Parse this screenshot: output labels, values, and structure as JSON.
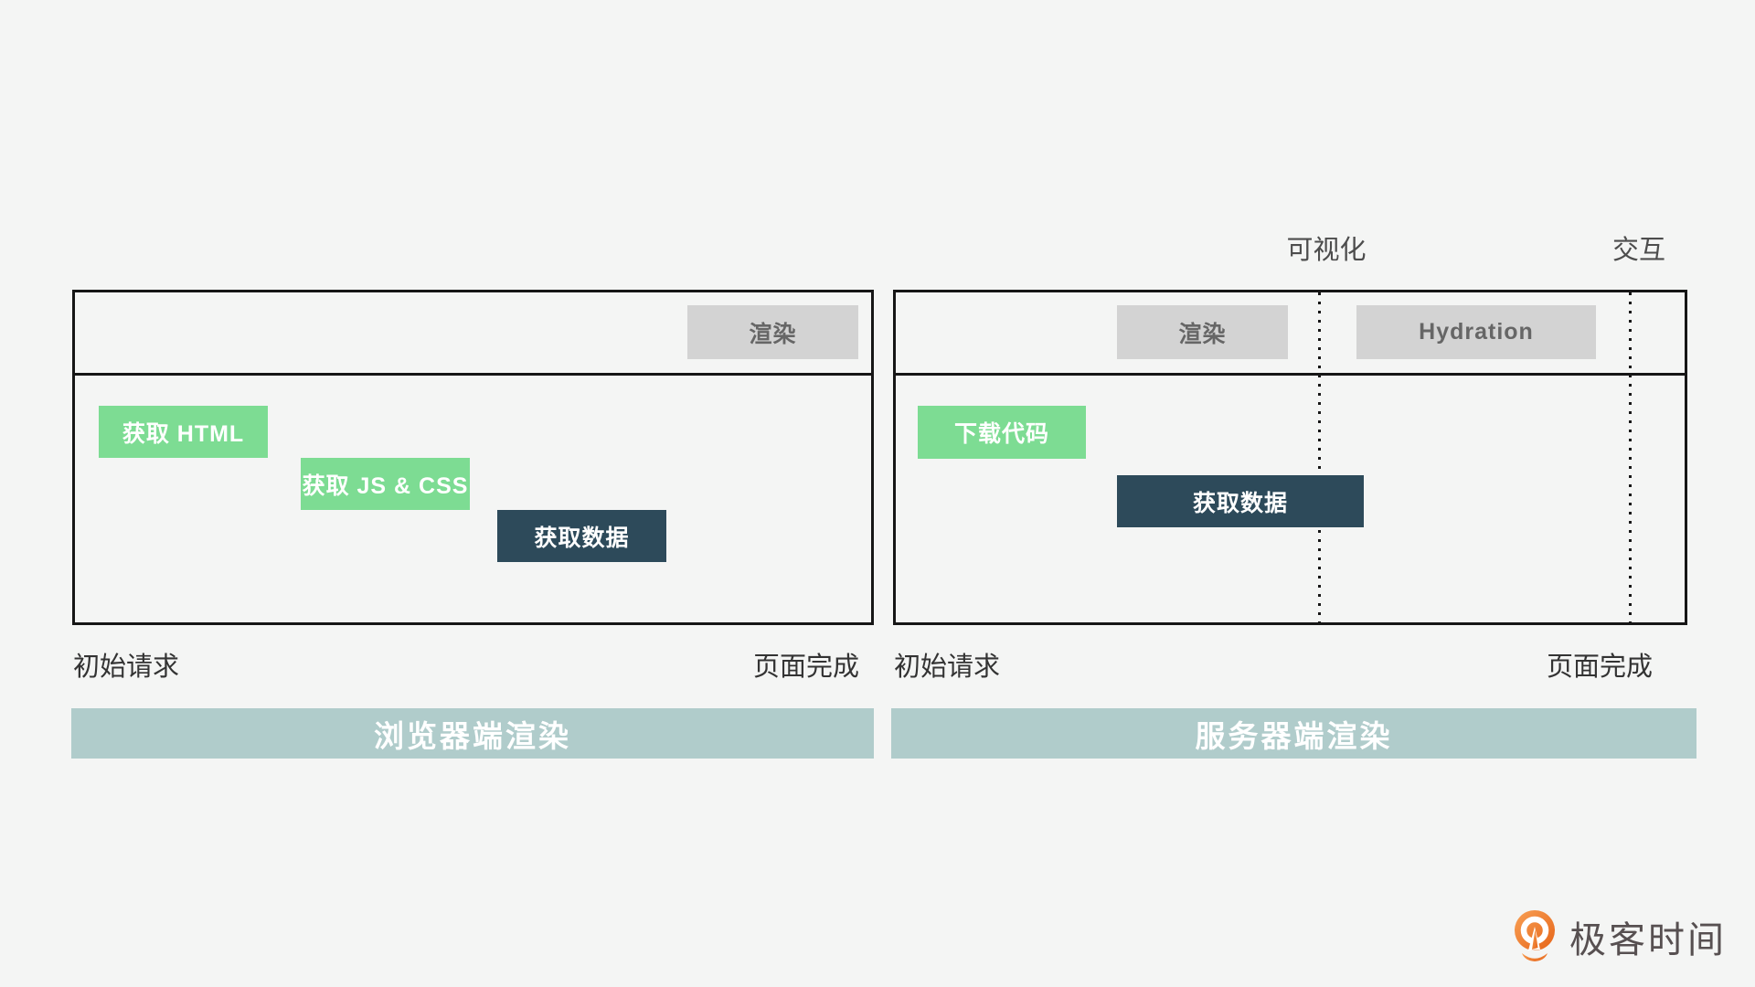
{
  "colors": {
    "bg": "#f4f5f4",
    "border": "#161616",
    "green": "#7ddc93",
    "dark": "#2d4a5a",
    "gray_bar": "#d3d3d3",
    "gray_text": "#666666",
    "band": "#b0cccb",
    "milestone_text": "#4d4d4d",
    "endpoint_text": "#333333",
    "logo_text": "#575051",
    "logo_orange_light": "#f8a055",
    "logo_orange_dark": "#e66418"
  },
  "csr": {
    "render_label": "渲染",
    "steps": [
      {
        "label": "获取 HTML"
      },
      {
        "label": "获取 JS & CSS"
      },
      {
        "label": "获取数据"
      }
    ],
    "start_label": "初始请求",
    "end_label": "页面完成",
    "caption": "浏览器端渲染"
  },
  "ssr": {
    "milestones": [
      {
        "label": "可视化"
      },
      {
        "label": "交互"
      }
    ],
    "render_label": "渲染",
    "hydration_label": "Hydration",
    "steps": [
      {
        "label": "下载代码"
      },
      {
        "label": "获取数据"
      }
    ],
    "start_label": "初始请求",
    "end_label": "页面完成",
    "caption": "服务器端渲染"
  },
  "logo": {
    "text": "极客时间"
  }
}
